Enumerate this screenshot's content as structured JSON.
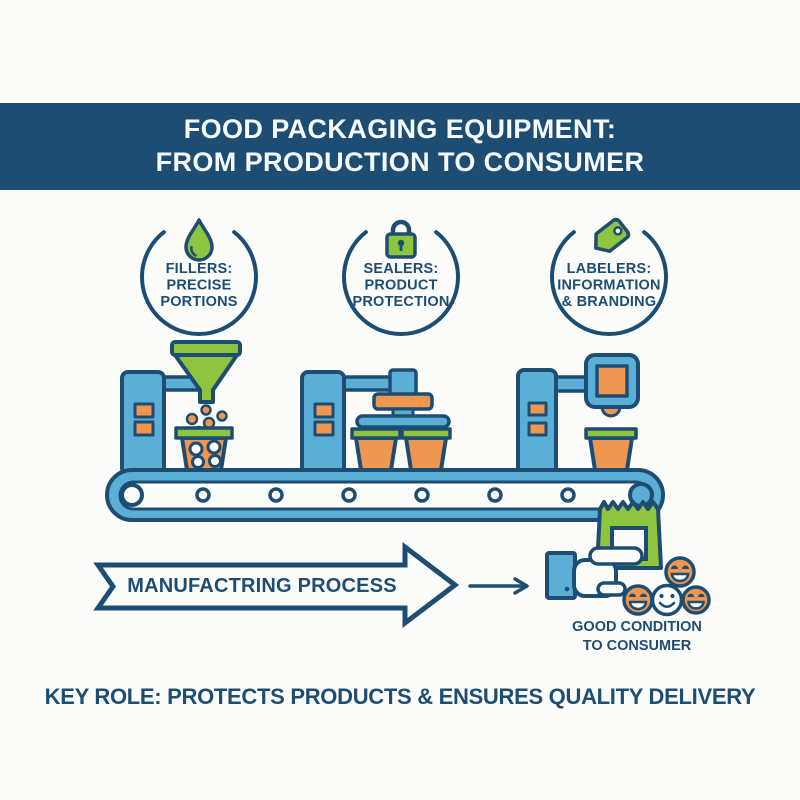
{
  "banner": {
    "title_line1": "FOOD PACKAGING EQUIPMENT:",
    "title_line2": "FROM PRODUCTION TO CONSUMER"
  },
  "stages": [
    {
      "icon": "droplet-icon",
      "line1": "FILLERS:",
      "line2": "PRECISE",
      "line3": "PORTIONS"
    },
    {
      "icon": "padlock-icon",
      "line1": "SEALERS:",
      "line2": "PRODUCT",
      "line3": "PROTECTION"
    },
    {
      "icon": "tag-icon",
      "line1": "LABELERS:",
      "line2": "INFORMATION",
      "line3": "& BRANDING"
    }
  ],
  "process": {
    "arrow_label": "MANUFACTRING PROCESS"
  },
  "consumer": {
    "caption_line1": "GOOD CONDITION",
    "caption_line2": "TO CONSUMER"
  },
  "footer": {
    "key_role": "KEY ROLE: PROTECTS PRODUCTS & ENSURES QUALITY DELIVERY"
  },
  "colors": {
    "navy": "#1E4D73",
    "machine_blue": "#5BAED5",
    "accent_green": "#8FC43F",
    "accent_orange": "#EF9750",
    "background": "#FCFCFA",
    "banner_text": "#F6FAFC"
  }
}
